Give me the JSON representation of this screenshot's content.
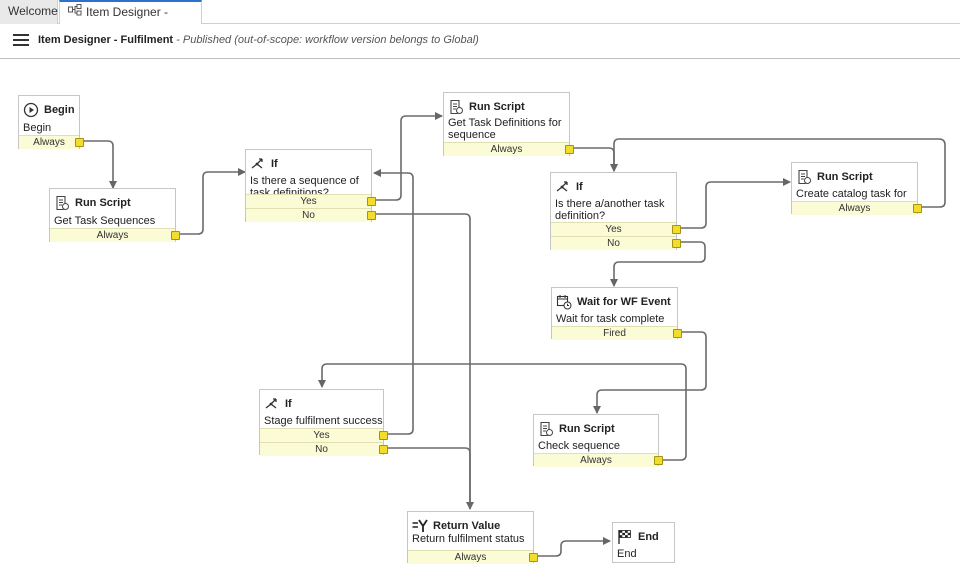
{
  "tabs": [
    {
      "label": "Welcome"
    },
    {
      "label": "Item Designer - Fulfilment"
    }
  ],
  "header": {
    "title": "Item Designer - Fulfilment",
    "status": "- Published",
    "note": "(out-of-scope: workflow version belongs to Global)"
  },
  "nodes": {
    "begin": {
      "title": "Begin",
      "desc": "Begin",
      "exits": [
        "Always"
      ]
    },
    "run_get_sequences": {
      "title": "Run Script",
      "desc": "Get Task Sequences",
      "exits": [
        "Always"
      ]
    },
    "if_sequence": {
      "title": "If",
      "desc": "Is there a sequence of task definitions?",
      "exits": [
        "Yes",
        "No"
      ]
    },
    "run_get_defs": {
      "title": "Run Script",
      "desc": "Get Task Definitions for sequence",
      "exits": [
        "Always"
      ]
    },
    "if_another": {
      "title": "If",
      "desc": "Is there a/another task definition?",
      "exits": [
        "Yes",
        "No"
      ]
    },
    "run_create_task": {
      "title": "Run Script",
      "desc": "Create catalog task for series",
      "exits": [
        "Always"
      ]
    },
    "wait_event": {
      "title": "Wait for WF Event",
      "desc": "Wait for task complete",
      "exits": [
        "Fired"
      ]
    },
    "if_stage": {
      "title": "If",
      "desc": "Stage fulfilment success",
      "exits": [
        "Yes",
        "No"
      ]
    },
    "run_check": {
      "title": "Run Script",
      "desc": "Check sequence fulfilment",
      "exits": [
        "Always"
      ]
    },
    "return_value": {
      "title": "Return Value",
      "desc": "Return fulfilment status",
      "exits": [
        "Always"
      ]
    },
    "end": {
      "title": "End",
      "desc": "End",
      "exits": []
    }
  },
  "colors": {
    "accent_tab": "#2a73c8",
    "exit_bg": "#fbfbd6",
    "port": "#f2dd2c",
    "wire": "#6b6b6b"
  }
}
